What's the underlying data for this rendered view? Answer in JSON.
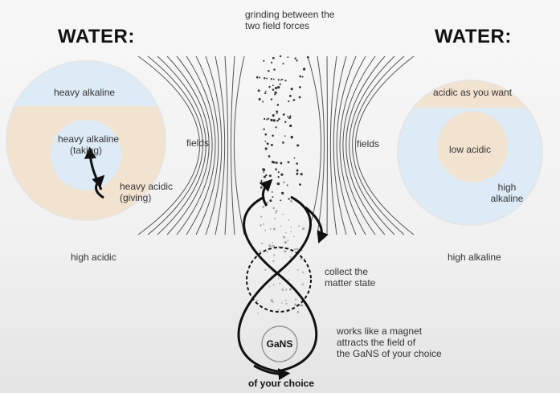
{
  "left": {
    "heading": "WATER:",
    "outer_top": "heavy alkaline",
    "inner_line1": "heavy alkaline",
    "inner_line2": "(taking)",
    "acidic_line1": "heavy acidic",
    "acidic_line2": "(giving)",
    "bottom": "high acidic",
    "fields": "fields"
  },
  "right": {
    "heading": "WATER:",
    "outer_top": "acidic as you want",
    "inner": "low acidic",
    "side_line1": "high",
    "side_line2": "alkaline",
    "bottom": "high alkaline",
    "fields": "fields"
  },
  "center": {
    "grinding_line1": "grinding between the",
    "grinding_line2": "two field forces",
    "collect_line1": "collect the",
    "collect_line2": "matter state",
    "magnet_line1": "works like a magnet",
    "magnet_line2": "attracts the field of",
    "magnet_line3": "the GaNS of your choice",
    "gans": "GaNS",
    "footer": "of your choice"
  },
  "colors": {
    "alkaline": "#dcebf5",
    "acidic": "#f2e2d0",
    "ink": "#111111",
    "arcs": "#555555"
  }
}
